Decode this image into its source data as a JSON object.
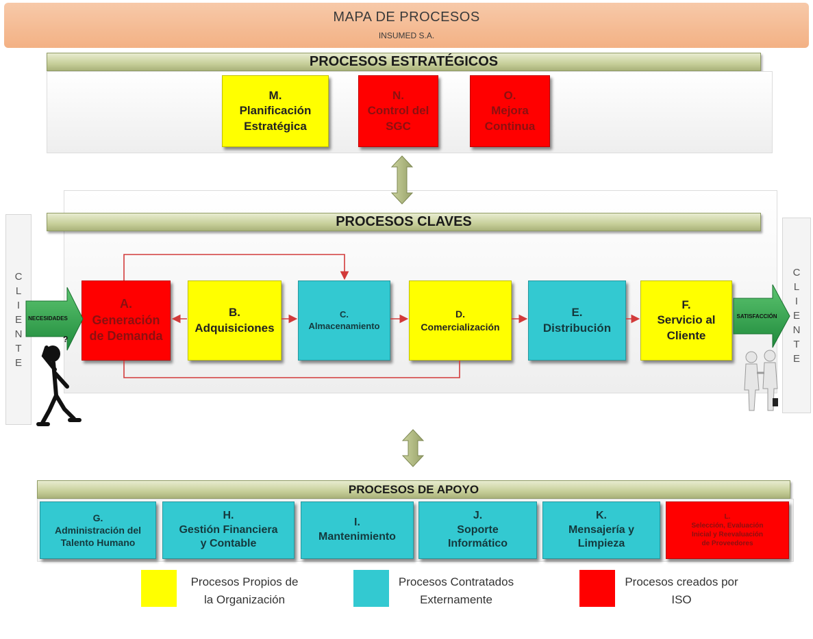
{
  "header": {
    "title": "MAPA DE PROCESOS",
    "company": "INSUMED S.A."
  },
  "strategic": {
    "title": "PROCESOS ESTRATÉGICOS",
    "boxes": [
      {
        "label": "M.\nPlanificación\nEstratégica",
        "color": "yellow"
      },
      {
        "label": "N.\nControl del\nSGC",
        "color": "red"
      },
      {
        "label": "O.\nMejora\nContinua",
        "color": "red"
      }
    ]
  },
  "key": {
    "title": "PROCESOS CLAVES",
    "boxes": [
      {
        "label": "A.\nGeneración\nde Demanda",
        "color": "red"
      },
      {
        "label": "B.\nAdquisiciones",
        "color": "yellow"
      },
      {
        "label": "C.\nAlmacenamiento",
        "color": "cyan"
      },
      {
        "label": "D.\nComercialización",
        "color": "yellow"
      },
      {
        "label": "E.\nDistribución",
        "color": "cyan"
      },
      {
        "label": "F.\nServicio al\nCliente",
        "color": "yellow"
      }
    ],
    "input_arrow": "NECESIDADES",
    "output_arrow": "SATISFACCIÓN"
  },
  "client": {
    "letters": [
      "C",
      "L",
      "I",
      "E",
      "N",
      "T",
      "E"
    ]
  },
  "support": {
    "title": "PROCESOS DE APOYO",
    "boxes": [
      {
        "label": "G.\nAdministración del\nTalento Humano",
        "color": "cyan"
      },
      {
        "label": "H.\nGestión Financiera\ny Contable",
        "color": "cyan"
      },
      {
        "label": "I.\nMantenimiento",
        "color": "cyan"
      },
      {
        "label": "J.\nSoporte\nInformático",
        "color": "cyan"
      },
      {
        "label": "K.\nMensajería y\nLimpieza",
        "color": "cyan"
      },
      {
        "label": "L.\nSelección, Evaluación\nInicial y Reevaluación\nde Proveedores",
        "color": "red"
      }
    ]
  },
  "legend": [
    {
      "label": "Procesos Propios de\nla Organización",
      "color": "#ffff00"
    },
    {
      "label": "Procesos Contratados\nExternamente",
      "color": "#33c9d1"
    },
    {
      "label": "Procesos creados por\nISO",
      "color": "#ff0000"
    }
  ],
  "colors": {
    "yellow": "#ffff00",
    "red": "#ff0000",
    "cyan": "#33c9d1",
    "flow_line": "#d23a3a",
    "arrow_green": "#2e9e4e"
  }
}
